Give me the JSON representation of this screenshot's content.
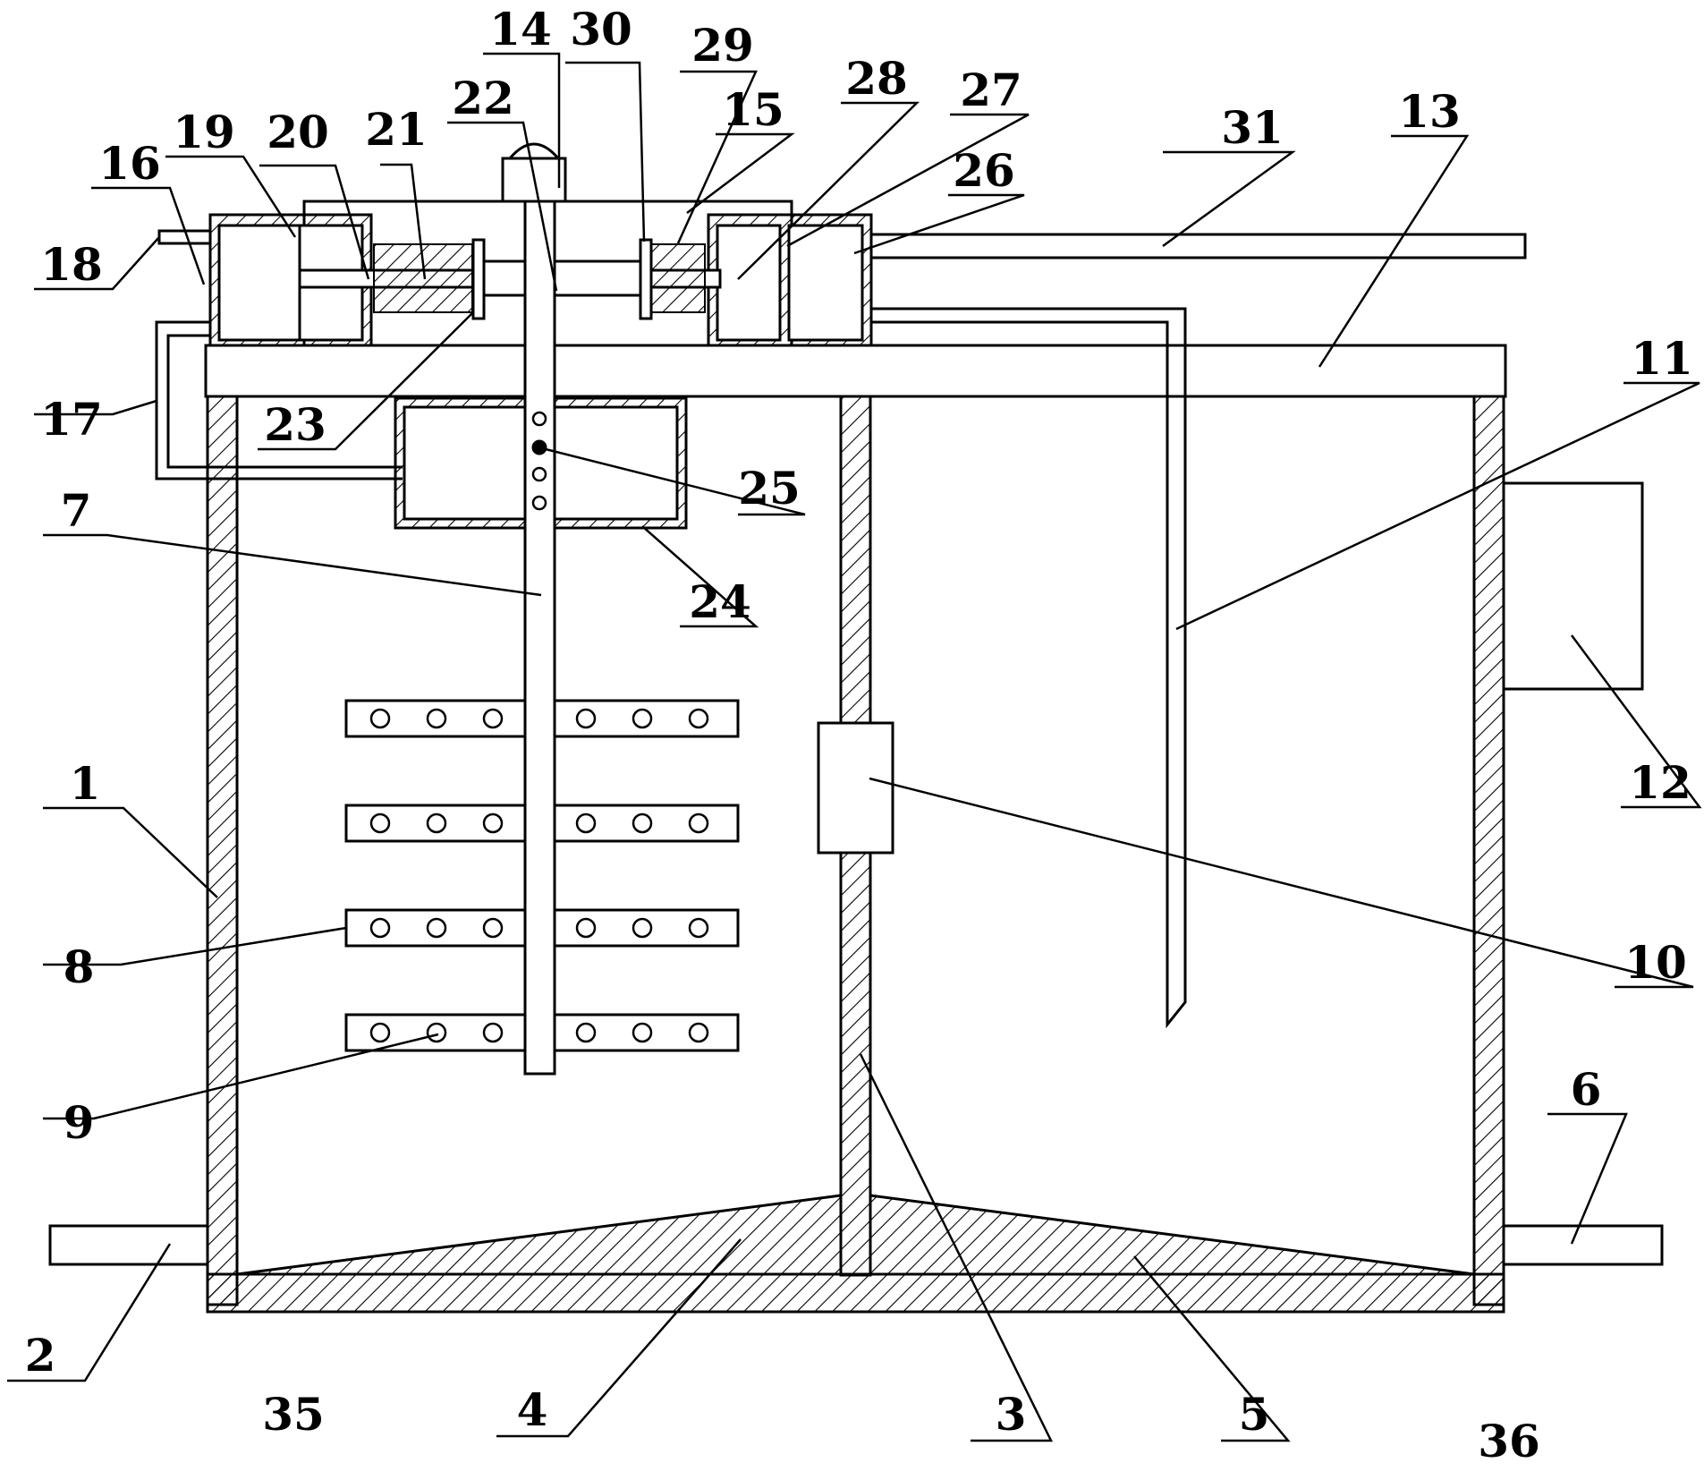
{
  "labels": {
    "l1": "1",
    "l2": "2",
    "l3": "3",
    "l4": "4",
    "l5": "5",
    "l6": "6",
    "l7": "7",
    "l8": "8",
    "l9": "9",
    "l10": "10",
    "l11": "11",
    "l12": "12",
    "l13": "13",
    "l14": "14",
    "l15": "15",
    "l16": "16",
    "l17": "17",
    "l18": "18",
    "l19": "19",
    "l20": "20",
    "l21": "21",
    "l22": "22",
    "l23": "23",
    "l24": "24",
    "l25": "25",
    "l26": "26",
    "l27": "27",
    "l28": "28",
    "l29": "29",
    "l30": "30",
    "l31": "31",
    "l35": "35",
    "l36": "36"
  }
}
